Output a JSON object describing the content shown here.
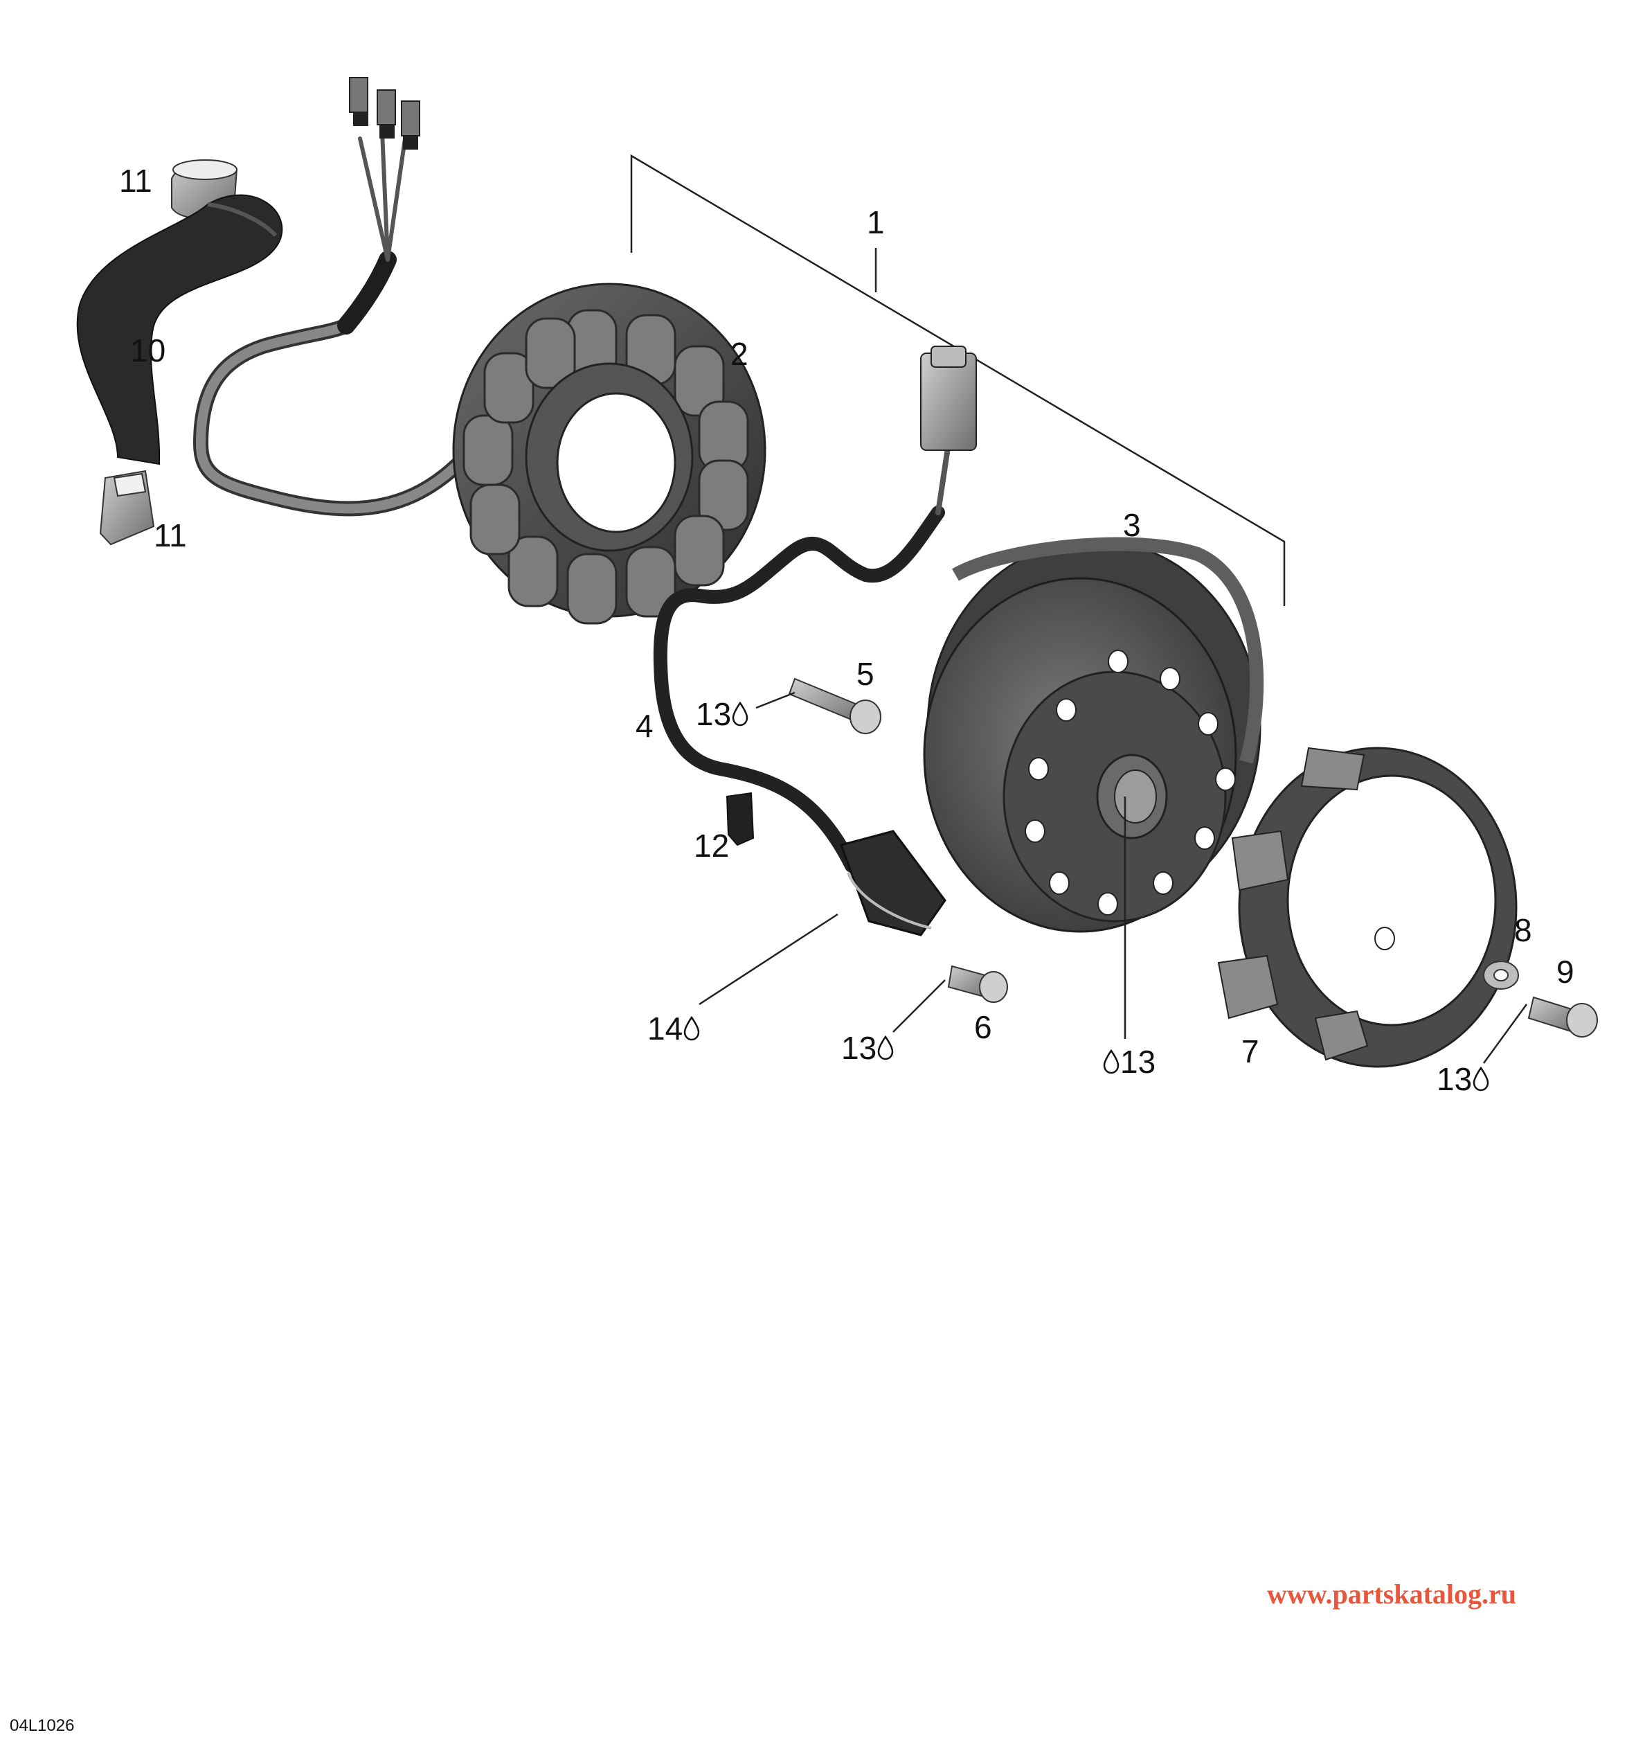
{
  "colors": {
    "background": "#ffffff",
    "part_dark": "#3a3a3a",
    "part_mid": "#5e5e5e",
    "part_light": "#9a9a9a",
    "line": "#222222",
    "watermark": "#e8573c"
  },
  "callouts": {
    "c1": "1",
    "c2": "2",
    "c3": "3",
    "c4": "4",
    "c5": "5",
    "c6": "6",
    "c7": "7",
    "c8": "8",
    "c9": "9",
    "c10": "10",
    "c11a": "11",
    "c11b": "11",
    "c12": "12",
    "c13a": "13",
    "c13b": "13",
    "c13c": "13",
    "c13d": "13",
    "c14": "14"
  },
  "icons": {
    "drop": "liquid-drop-icon"
  },
  "watermark": "www.partskatalog.ru",
  "drawing_code": "04L1026"
}
